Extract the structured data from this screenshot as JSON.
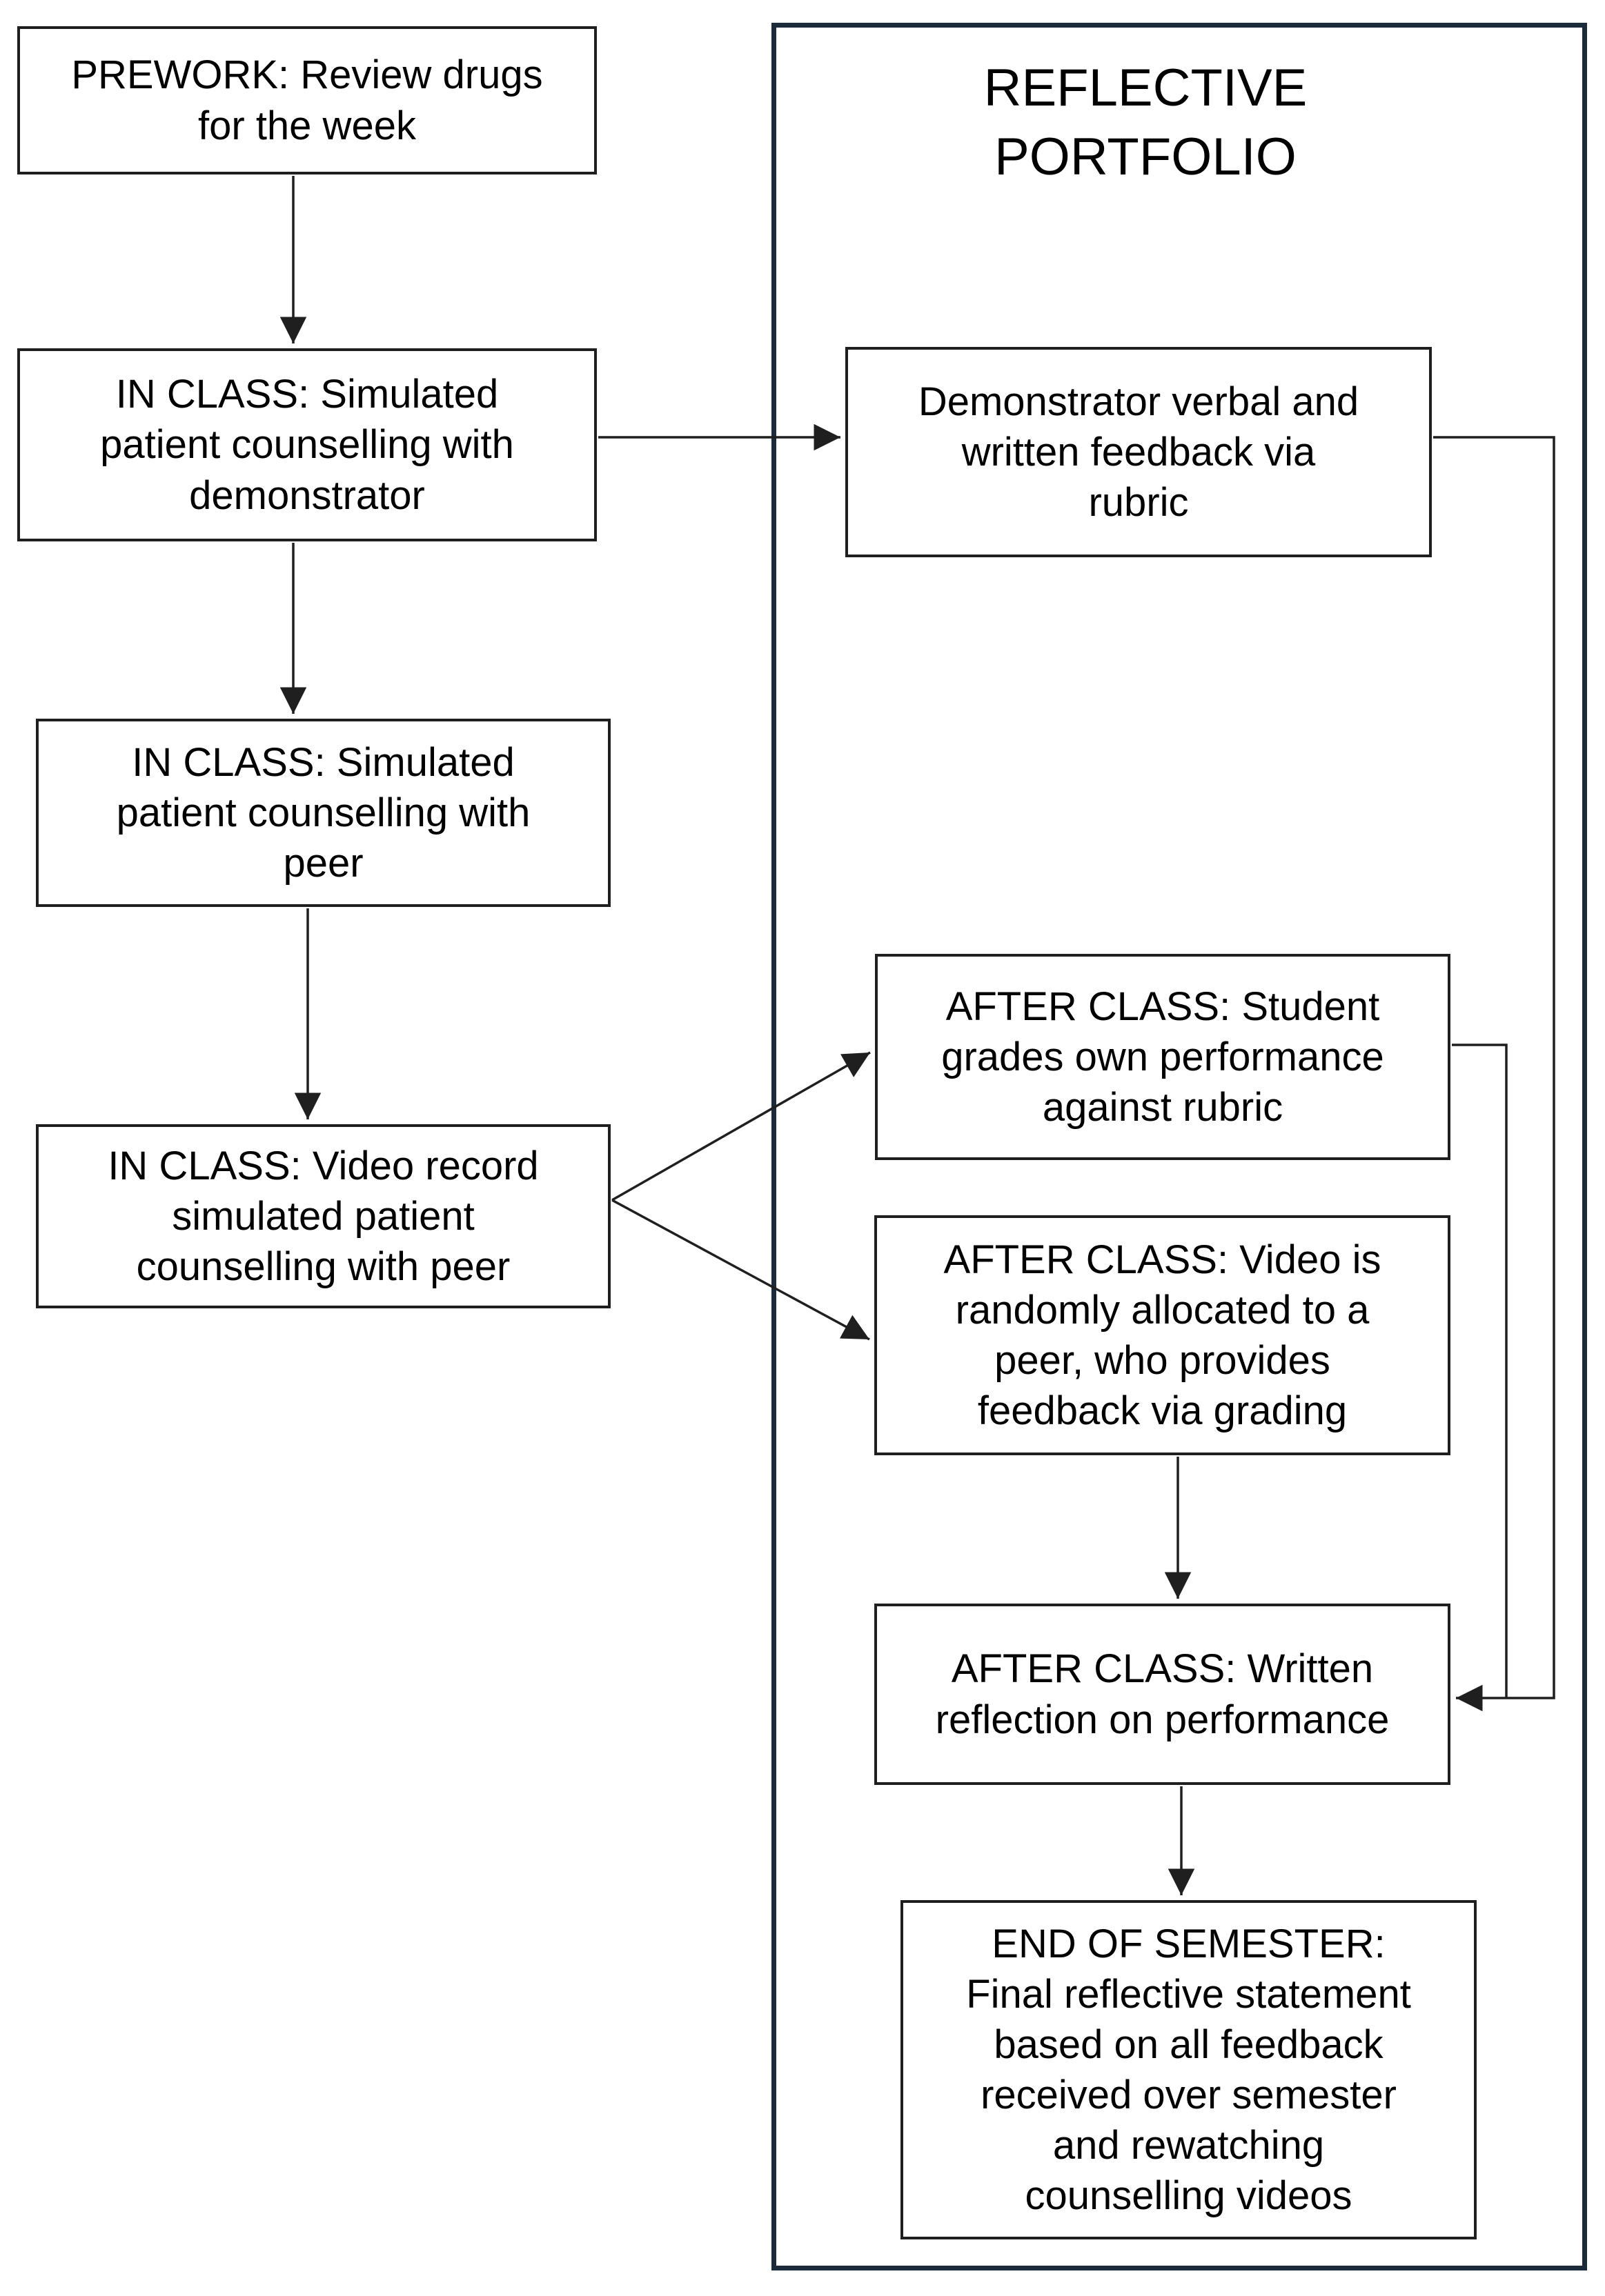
{
  "portfolio": {
    "title": "REFLECTIVE\nPORTFOLIO"
  },
  "nodes": [
    {
      "id": "prework",
      "label": "PREWORK: Review drugs\nfor the week"
    },
    {
      "id": "inclass-demonstrator",
      "label": "IN CLASS: Simulated\npatient counselling with\ndemonstrator"
    },
    {
      "id": "inclass-peer",
      "label": "IN CLASS: Simulated\npatient counselling with\npeer"
    },
    {
      "id": "inclass-video-record",
      "label": "IN CLASS: Video record\nsimulated patient\ncounselling with peer"
    },
    {
      "id": "demonstrator-feedback",
      "label": "Demonstrator verbal and\nwritten feedback via\nrubric"
    },
    {
      "id": "self-grading",
      "label": "AFTER CLASS: Student\ngrades own performance\nagainst rubric"
    },
    {
      "id": "peer-video-grading",
      "label": "AFTER CLASS: Video is\nrandomly allocated to a\npeer, who provides\nfeedback via grading"
    },
    {
      "id": "written-reflection",
      "label": "AFTER CLASS: Written\nreflection on performance"
    },
    {
      "id": "final-reflective-statement",
      "label": "END OF SEMESTER:\nFinal reflective statement\nbased on all feedback\nreceived over semester\nand rewatching\ncounselling videos"
    }
  ],
  "colors": {
    "background": "#ffffff",
    "text": "#000000",
    "node_border": "#1f1f1f",
    "connector": "#1f1f1f",
    "portfolio_border": "#1c2b3a"
  }
}
